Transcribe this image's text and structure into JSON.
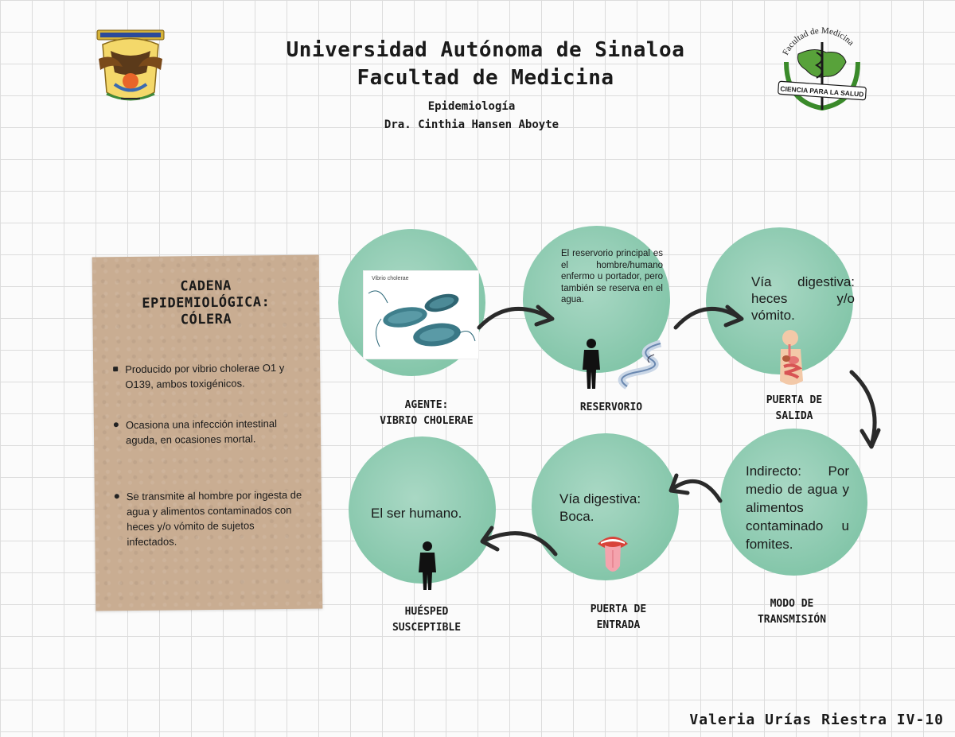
{
  "header": {
    "university": "Universidad Autónoma de Sinaloa",
    "faculty": "Facultad de Medicina",
    "course": "Epidemiología",
    "teacher": "Dra. Cinthia Hansen Aboyte"
  },
  "logos": {
    "left_icon": "uas-eagle-crest-icon",
    "right_icon": "medicine-faculty-crest-icon",
    "right_arc_text": "Facultad de Medicina",
    "right_banner_text": "CIENCIA PARA LA SALUD"
  },
  "panel": {
    "title": "CADENA\nEPIDEMIOLÓGICA:\nCÓLERA",
    "bullets": [
      "Producido por vibrio cholerae O1 y O139, ambos toxigénicos.",
      "Ocasiona una infección intestinal aguda, en ocasiones mortal.",
      "Se transmite al hombre por ingesta de agua y alimentos contaminados con heces y/o vómito de sujetos infectados."
    ]
  },
  "nodes": [
    {
      "id": "agente",
      "label": "AGENTE:\nVIBRIO CHOLERAE",
      "image_caption": "Vibrio cholerae",
      "icon": "bacteria-icon"
    },
    {
      "id": "reservorio",
      "label": "RESERVORIO",
      "text": "El reservorio principal es el hombre/humano enfermo u portador, pero también se reserva en el agua.",
      "icons": [
        "person-icon",
        "water-icon"
      ]
    },
    {
      "id": "puerta_salida",
      "label": "PUERTA DE\nSALIDA",
      "text": "Vía digestiva: heces y/o vómito.",
      "icon": "digestive-system-icon"
    },
    {
      "id": "modo_transmision",
      "label": "MODO DE\nTRANSMISIÓN",
      "text": "Indirecto: Por medio de agua y alimentos contaminado u fomites."
    },
    {
      "id": "puerta_entrada",
      "label": "PUERTA DE\nENTRADA",
      "text": "Vía digestiva: Boca.",
      "icon": "mouth-icon"
    },
    {
      "id": "huesped",
      "label": "HUÉSPED\nSUSCEPTIBLE",
      "text": "El ser humano.",
      "icon": "person-icon"
    }
  ],
  "colors": {
    "circle": "#95ceb6",
    "paper": "#c9ad92",
    "arrow": "#2a2a2a",
    "grid": "#dcdcdc"
  },
  "footer": {
    "author": "Valeria Urías Riestra IV-10"
  }
}
